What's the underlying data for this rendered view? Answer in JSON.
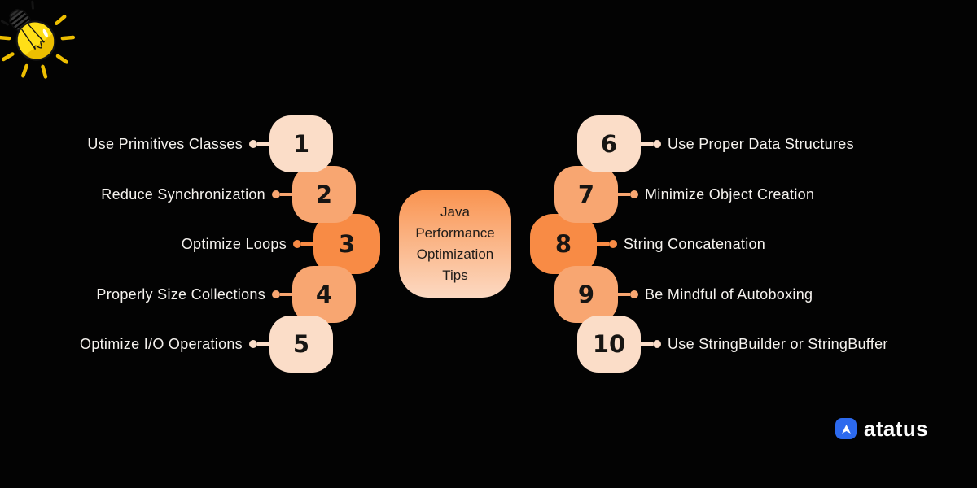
{
  "palette": {
    "background": "#030303",
    "box_light": "#FBDDC8",
    "box_medium": "#F8A671",
    "box_dark": "#F88B45",
    "label_text": "#F5F2EE",
    "number_text": "#171513",
    "center_gradient_top": "#F9934F",
    "center_gradient_bottom": "#FCD9C2",
    "center_text": "#1E1B18",
    "bulb_yellow": "#FFDF17",
    "bulb_yellow_dark": "#EDBE00",
    "logo_blue": "#2D6AEE",
    "logo_text": "#FCFCFC"
  },
  "center": {
    "title": "Java Performance Optimization Tips",
    "lines": [
      "Java",
      "Performance",
      "Optimization",
      "Tips"
    ]
  },
  "items": [
    {
      "number": "1",
      "label": "Use Primitives Classes",
      "tone": "box_light"
    },
    {
      "number": "2",
      "label": "Reduce Synchronization",
      "tone": "box_medium"
    },
    {
      "number": "3",
      "label": "Optimize Loops",
      "tone": "box_dark"
    },
    {
      "number": "4",
      "label": "Properly Size Collections",
      "tone": "box_medium"
    },
    {
      "number": "5",
      "label": "Optimize I/O Operations",
      "tone": "box_light"
    },
    {
      "number": "6",
      "label": "Use Proper Data Structures",
      "tone": "box_light"
    },
    {
      "number": "7",
      "label": "Minimize Object Creation",
      "tone": "box_medium"
    },
    {
      "number": "8",
      "label": "String Concatenation",
      "tone": "box_dark"
    },
    {
      "number": "9",
      "label": "Be Mindful of Autoboxing",
      "tone": "box_medium"
    },
    {
      "number": "10",
      "label": "Use StringBuilder or StringBuffer",
      "tone": "box_light"
    }
  ],
  "logo": {
    "text": "atatus"
  },
  "icons": {
    "lightbulb": "lightbulb-icon",
    "logo_mark": "atatus-logo-icon"
  }
}
